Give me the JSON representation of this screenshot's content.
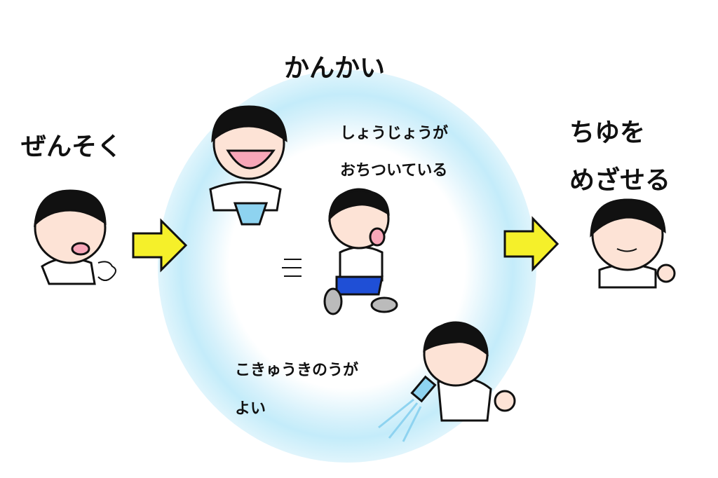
{
  "title": "かんかい",
  "left_label": "ぜんそく",
  "right_label": [
    "ちゆを",
    "めざせる"
  ],
  "symptom_text": [
    "しょうじょうが",
    "おちついている"
  ],
  "lung_text": [
    "こきゅうきのうが",
    "よい"
  ],
  "colors": {
    "arrow": "#f5f02a",
    "ring": "#c4ecfa",
    "skin": "#fde3d6",
    "hair": "#111111",
    "shorts": "#1f4fd6"
  }
}
